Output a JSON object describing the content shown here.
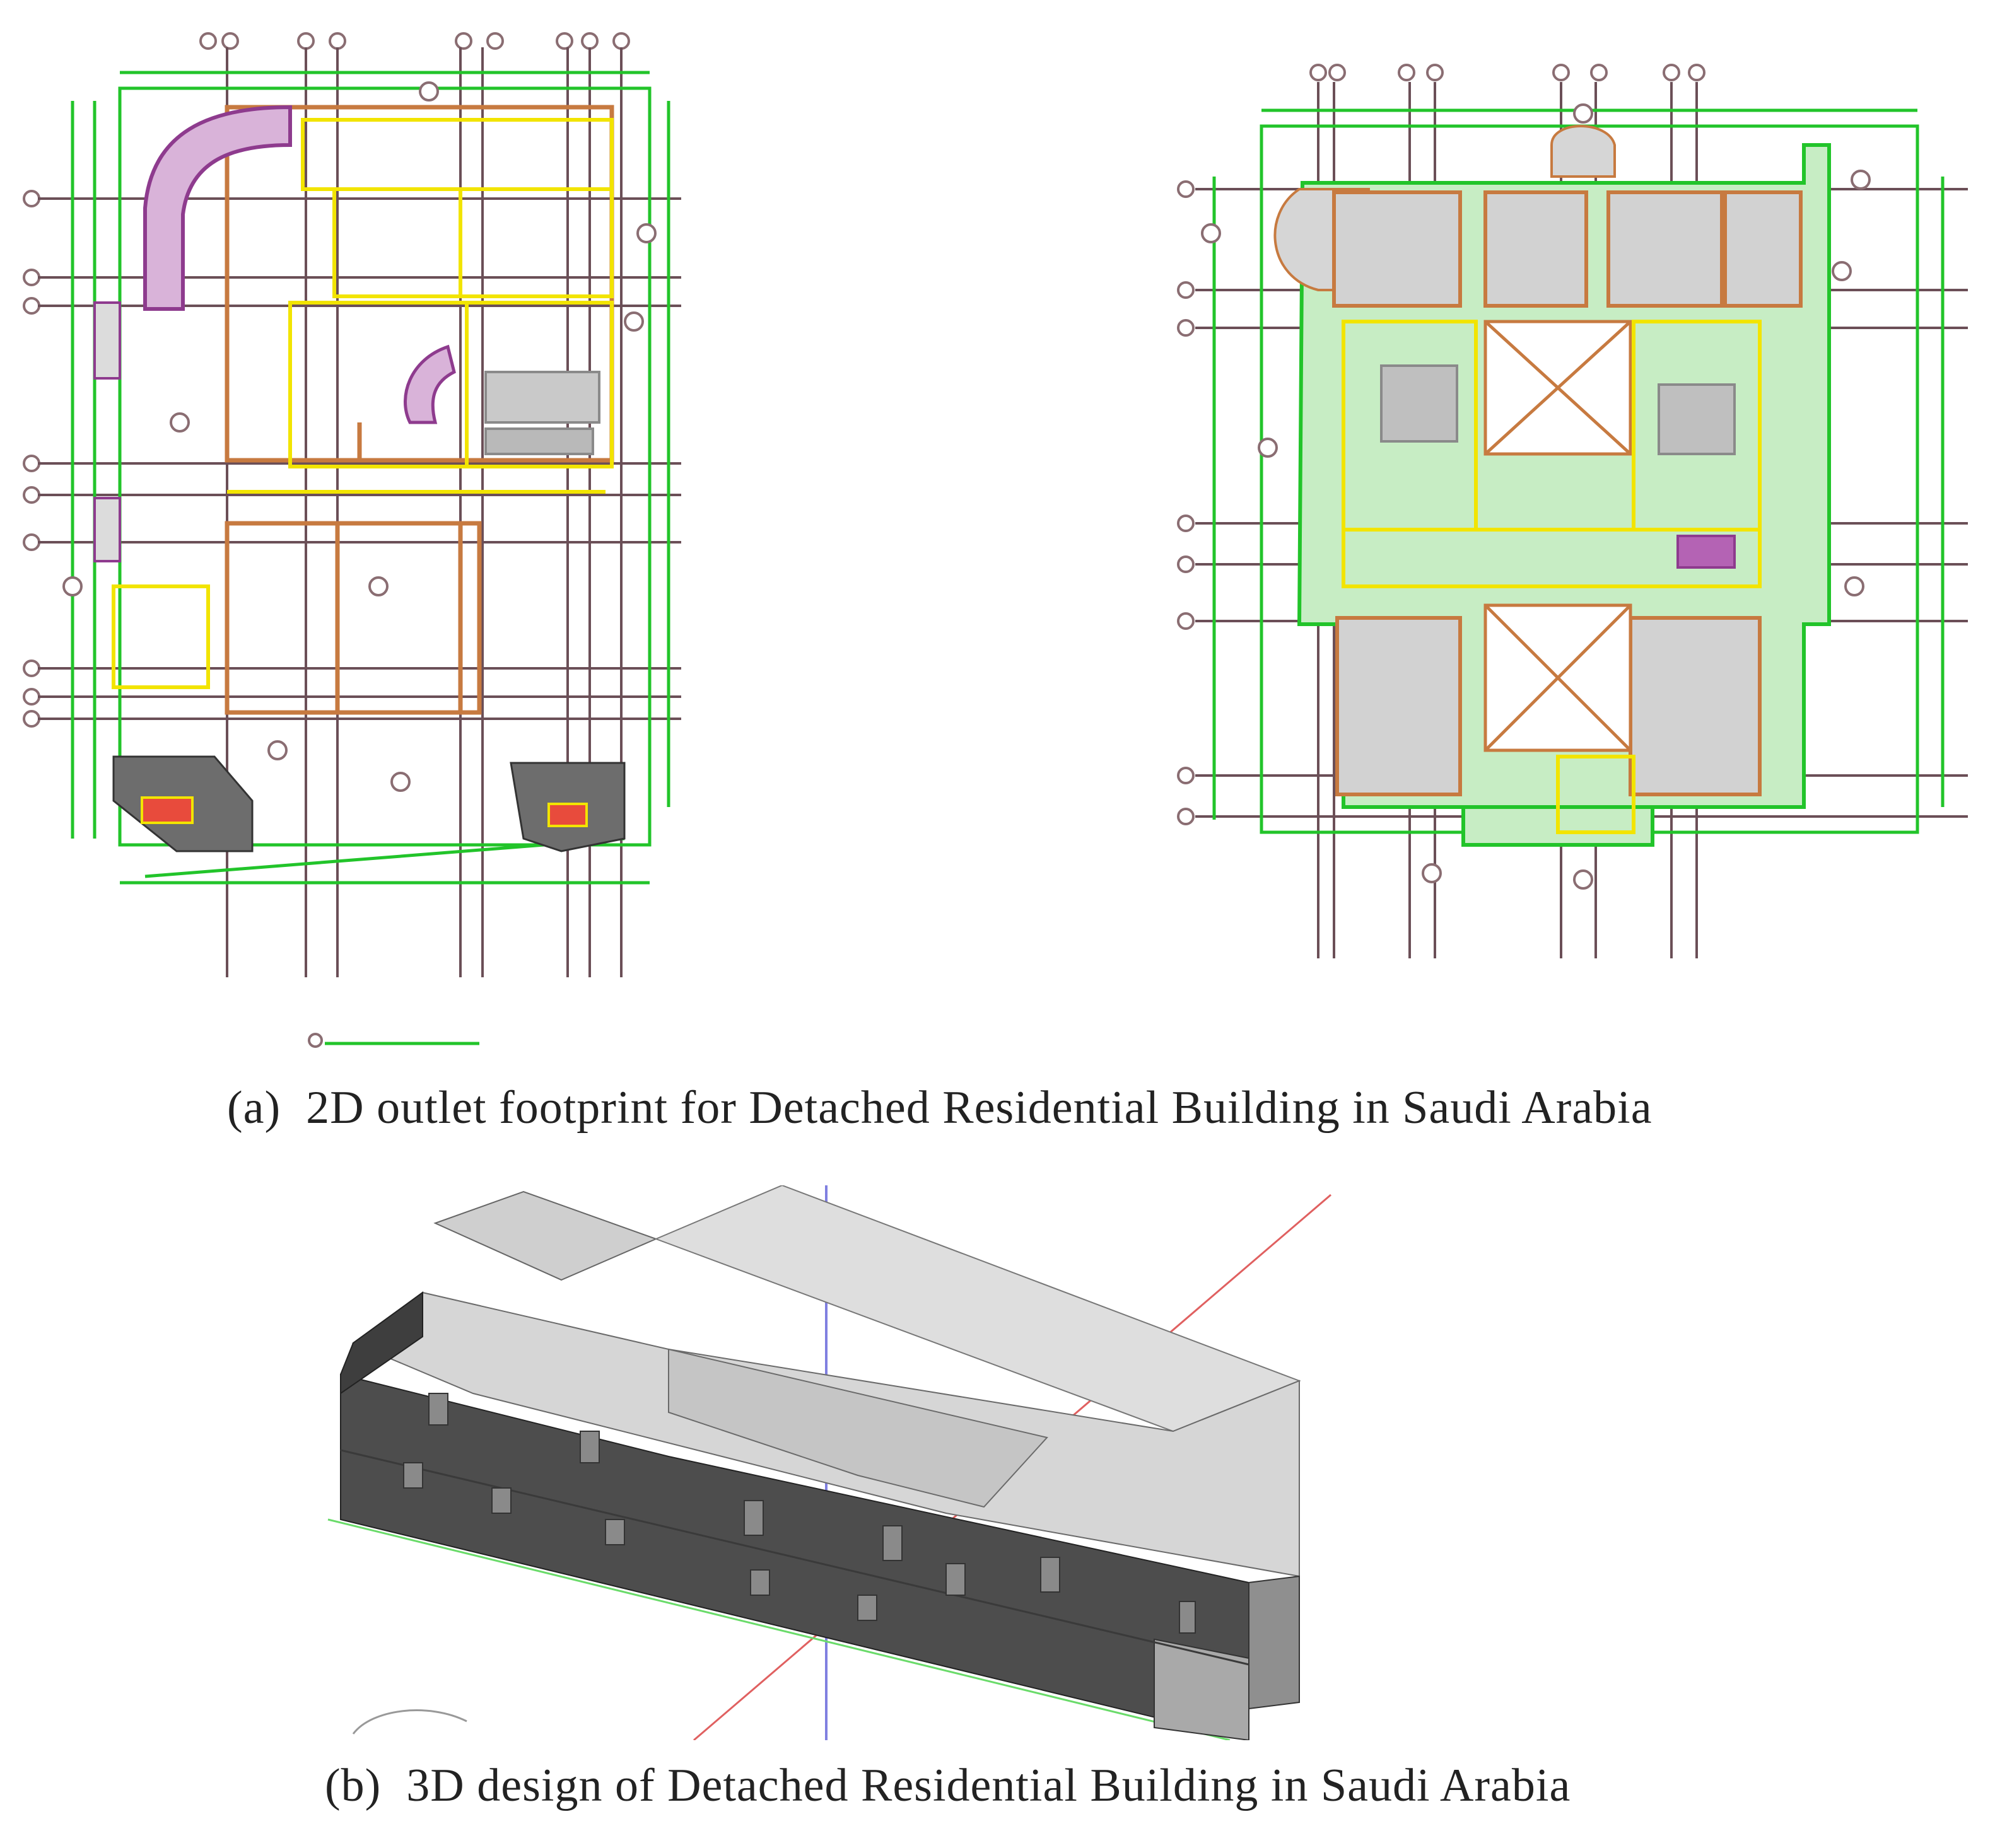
{
  "figure": {
    "panel_a": {
      "label": "(a)",
      "caption": "2D outlet footprint for Detached Residential Building in Saudi Arabia",
      "drawing": "cad-floor-plans"
    },
    "panel_b": {
      "label": "(b)",
      "caption": "3D design of Detached Residential Building in Saudi Arabia",
      "drawing": "3d-massing-model"
    }
  },
  "colors": {
    "gridline": "#6b4f57",
    "dimension": "#22c42a",
    "wall": "#f2e400",
    "structure": "#c77a40",
    "stair": "#8e3b8e",
    "hatch": "#9a9a9a",
    "block_top": "#d8d8d8",
    "block_side": "#4a4a4a",
    "axis_red": "#e06060",
    "axis_green": "#6adb6a",
    "axis_blue": "#8080e0"
  }
}
